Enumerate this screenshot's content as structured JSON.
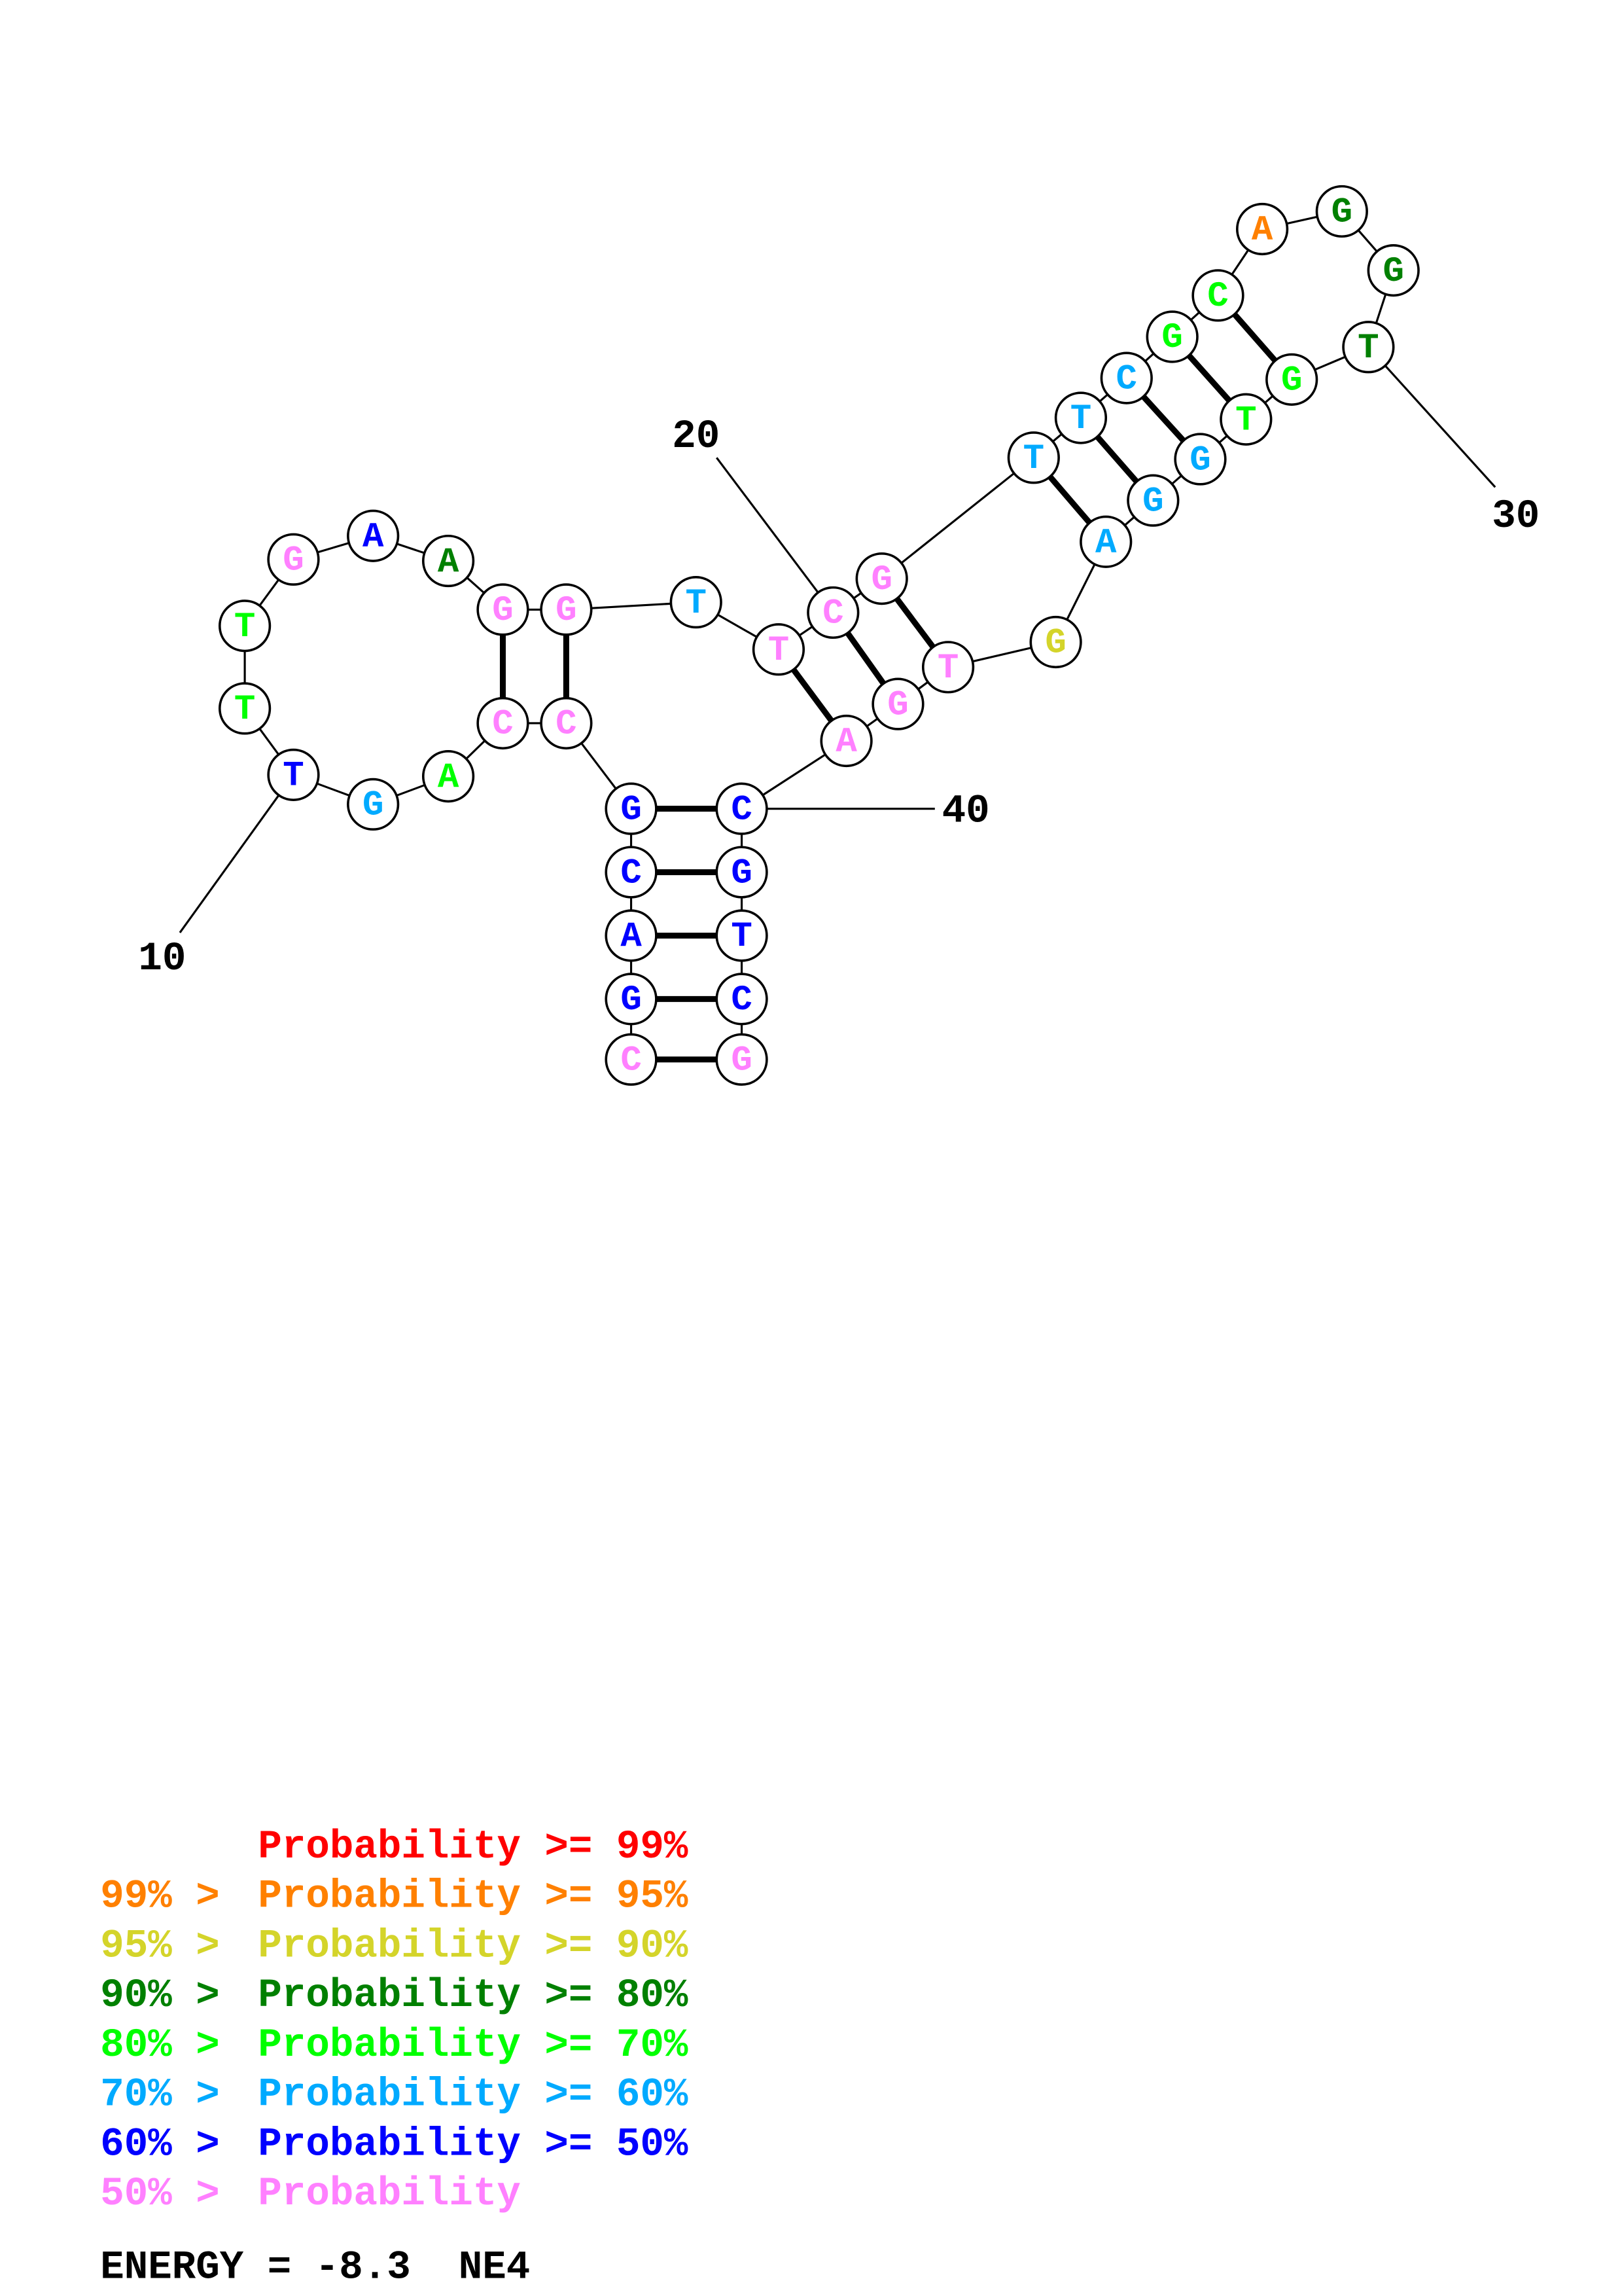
{
  "colors": {
    "p99": "#ff0000",
    "p95": "#ff8000",
    "p90": "#d4d42a",
    "p80": "#008000",
    "p70": "#00ff00",
    "p60": "#00aaff",
    "p50": "#0000ff",
    "plow": "#ff80ff"
  },
  "nucleotides": [
    {
      "n": 1,
      "base": "C",
      "cls": "plow"
    },
    {
      "n": 2,
      "base": "G",
      "cls": "p50"
    },
    {
      "n": 3,
      "base": "A",
      "cls": "p50"
    },
    {
      "n": 4,
      "base": "C",
      "cls": "p50"
    },
    {
      "n": 5,
      "base": "G",
      "cls": "p50"
    },
    {
      "n": 6,
      "base": "C",
      "cls": "plow"
    },
    {
      "n": 7,
      "base": "C",
      "cls": "plow"
    },
    {
      "n": 8,
      "base": "A",
      "cls": "p70"
    },
    {
      "n": 9,
      "base": "G",
      "cls": "p60"
    },
    {
      "n": 10,
      "base": "T",
      "cls": "p50"
    },
    {
      "n": 11,
      "base": "T",
      "cls": "p70"
    },
    {
      "n": 12,
      "base": "T",
      "cls": "p70"
    },
    {
      "n": 13,
      "base": "G",
      "cls": "plow"
    },
    {
      "n": 14,
      "base": "A",
      "cls": "p50"
    },
    {
      "n": 15,
      "base": "A",
      "cls": "p80"
    },
    {
      "n": 16,
      "base": "G",
      "cls": "plow"
    },
    {
      "n": 17,
      "base": "G",
      "cls": "plow"
    },
    {
      "n": 18,
      "base": "T",
      "cls": "p60"
    },
    {
      "n": 19,
      "base": "T",
      "cls": "plow"
    },
    {
      "n": 20,
      "base": "C",
      "cls": "plow"
    },
    {
      "n": 21,
      "base": "G",
      "cls": "plow"
    },
    {
      "n": 22,
      "base": "T",
      "cls": "p60"
    },
    {
      "n": 23,
      "base": "T",
      "cls": "p60"
    },
    {
      "n": 24,
      "base": "C",
      "cls": "p60"
    },
    {
      "n": 25,
      "base": "G",
      "cls": "p70"
    },
    {
      "n": 26,
      "base": "C",
      "cls": "p70"
    },
    {
      "n": 27,
      "base": "A",
      "cls": "p95"
    },
    {
      "n": 28,
      "base": "G",
      "cls": "p80"
    },
    {
      "n": 29,
      "base": "G",
      "cls": "p80"
    },
    {
      "n": 30,
      "base": "T",
      "cls": "p80"
    },
    {
      "n": 31,
      "base": "G",
      "cls": "p70"
    },
    {
      "n": 32,
      "base": "T",
      "cls": "p70"
    },
    {
      "n": 33,
      "base": "G",
      "cls": "p60"
    },
    {
      "n": 34,
      "base": "G",
      "cls": "p60"
    },
    {
      "n": 35,
      "base": "A",
      "cls": "p60"
    },
    {
      "n": 36,
      "base": "G",
      "cls": "p90"
    },
    {
      "n": 37,
      "base": "T",
      "cls": "plow"
    },
    {
      "n": 38,
      "base": "G",
      "cls": "plow"
    },
    {
      "n": 39,
      "base": "A",
      "cls": "plow"
    },
    {
      "n": 40,
      "base": "C",
      "cls": "p50"
    },
    {
      "n": 41,
      "base": "G",
      "cls": "p50"
    },
    {
      "n": 42,
      "base": "T",
      "cls": "p50"
    },
    {
      "n": 43,
      "base": "C",
      "cls": "p50"
    },
    {
      "n": 44,
      "base": "G",
      "cls": "plow"
    }
  ],
  "pairs": [
    [
      1,
      44
    ],
    [
      2,
      43
    ],
    [
      3,
      42
    ],
    [
      4,
      41
    ],
    [
      5,
      40
    ],
    [
      6,
      17
    ],
    [
      7,
      16
    ],
    [
      19,
      39
    ],
    [
      20,
      38
    ],
    [
      21,
      37
    ],
    [
      22,
      35
    ],
    [
      23,
      34
    ],
    [
      24,
      33
    ],
    [
      25,
      32
    ],
    [
      26,
      31
    ]
  ],
  "position_labels": [
    {
      "nt": 10,
      "text": "10"
    },
    {
      "nt": 20,
      "text": "20"
    },
    {
      "nt": 30,
      "text": "30"
    },
    {
      "nt": 40,
      "text": "40"
    }
  ],
  "legend": [
    {
      "prefix": "    ",
      "text": "Probability >= 99%",
      "cls": "p99"
    },
    {
      "prefix": "99% > ",
      "text": "Probability >= 95%",
      "cls": "p95"
    },
    {
      "prefix": "95% > ",
      "text": "Probability >= 90%",
      "cls": "p90"
    },
    {
      "prefix": "90% > ",
      "text": "Probability >= 80%",
      "cls": "p80"
    },
    {
      "prefix": "80% > ",
      "text": "Probability >= 70%",
      "cls": "p70"
    },
    {
      "prefix": "70% > ",
      "text": "Probability >= 60%",
      "cls": "p60"
    },
    {
      "prefix": "60% > ",
      "text": "Probability >= 50%",
      "cls": "p50"
    },
    {
      "prefix": "50% > ",
      "text": "Probability",
      "cls": "plow"
    }
  ],
  "energy_text": "ENERGY = -8.3  NE4"
}
